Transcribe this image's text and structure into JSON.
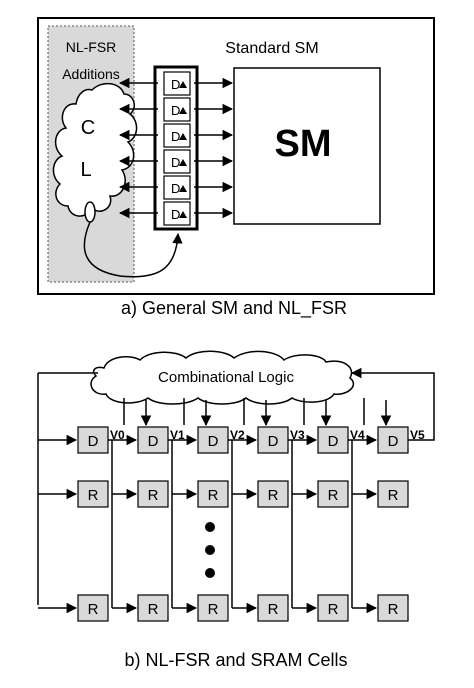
{
  "diagram_a": {
    "nlfsr_line1": "NL-FSR",
    "nlfsr_line2": "Additions",
    "cl_c": "C",
    "cl_l": "L",
    "register_cells": [
      "D",
      "D",
      "D",
      "D",
      "D",
      "D"
    ],
    "standard_sm_label": "Standard SM",
    "sm_block_label": "SM",
    "caption": "a) General SM and NL_FSR"
  },
  "diagram_b": {
    "logic_label": "Combinational Logic",
    "d_cells": [
      "D",
      "D",
      "D",
      "D",
      "D",
      "D"
    ],
    "v_labels": [
      "V0",
      "V1",
      "V2",
      "V3",
      "V4",
      "V5"
    ],
    "r_cell": "R",
    "caption": "b) NL-FSR and SRAM Cells"
  }
}
